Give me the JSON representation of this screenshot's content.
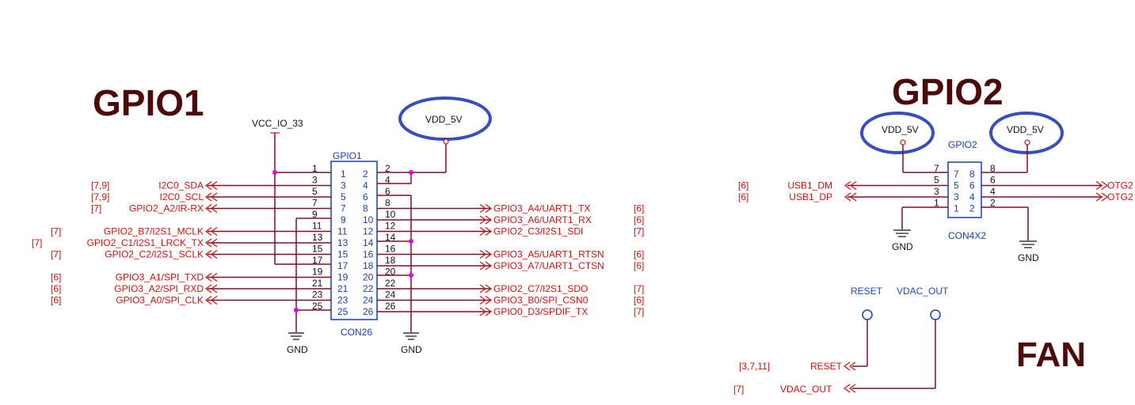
{
  "gpio1": {
    "title": "GPIO1",
    "ref": "GPIO1",
    "part": "CON26",
    "vcc": "VCC_IO_33",
    "vdd": "VDD_5V",
    "gnd_left": "GND",
    "gnd_right": "GND",
    "left": [
      {
        "pin": "1",
        "ref": "",
        "net": ""
      },
      {
        "pin": "3",
        "ref": "[7,9]",
        "net": "I2C0_SDA"
      },
      {
        "pin": "5",
        "ref": "[7,9]",
        "net": "I2C0_SCL"
      },
      {
        "pin": "7",
        "ref": "[7]",
        "net": "GPIO2_A2/IR-RX"
      },
      {
        "pin": "9",
        "ref": "",
        "net": ""
      },
      {
        "pin": "11",
        "ref": "[7]",
        "net": "GPIO2_B7/I2S1_MCLK"
      },
      {
        "pin": "13",
        "ref": "[7]",
        "net": "GPIO2_C1/I2S1_LRCK_TX"
      },
      {
        "pin": "15",
        "ref": "[7]",
        "net": "GPIO2_C2/I2S1_SCLK"
      },
      {
        "pin": "17",
        "ref": "",
        "net": ""
      },
      {
        "pin": "19",
        "ref": "[6]",
        "net": "GPIO3_A1/SPI_TXD"
      },
      {
        "pin": "21",
        "ref": "[6]",
        "net": "GPIO3_A2/SPI_RXD"
      },
      {
        "pin": "23",
        "ref": "[6]",
        "net": "GPIO3_A0/SPI_CLK"
      },
      {
        "pin": "25",
        "ref": "",
        "net": ""
      }
    ],
    "right": [
      {
        "pin": "2",
        "ref": "",
        "net": ""
      },
      {
        "pin": "4",
        "ref": "",
        "net": ""
      },
      {
        "pin": "6",
        "ref": "",
        "net": ""
      },
      {
        "pin": "8",
        "ref": "[6]",
        "net": "GPIO3_A4/UART1_TX"
      },
      {
        "pin": "10",
        "ref": "[6]",
        "net": "GPIO3_A6/UART1_RX"
      },
      {
        "pin": "12",
        "ref": "[7]",
        "net": "GPIO2_C3/I2S1_SDI"
      },
      {
        "pin": "14",
        "ref": "",
        "net": ""
      },
      {
        "pin": "16",
        "ref": "[6]",
        "net": "GPIO3_A5/UART1_RTSN"
      },
      {
        "pin": "18",
        "ref": "[6]",
        "net": "GPIO3_A7/UART1_CTSN"
      },
      {
        "pin": "20",
        "ref": "",
        "net": ""
      },
      {
        "pin": "22",
        "ref": "[7]",
        "net": "GPIO2_C7/I2S1_SDO"
      },
      {
        "pin": "24",
        "ref": "[6]",
        "net": "GPIO3_B0/SPI_CSN0"
      },
      {
        "pin": "26",
        "ref": "[7]",
        "net": "GPIO0_D3/SPDIF_TX"
      }
    ]
  },
  "gpio2": {
    "title": "GPIO2",
    "ref": "GPIO2",
    "part": "CON4X2",
    "vdd_left": "VDD_5V",
    "vdd_right": "VDD_5V",
    "gnd_left": "GND",
    "gnd_right": "GND",
    "left": [
      {
        "pin": "7",
        "ref": "",
        "net": ""
      },
      {
        "pin": "5",
        "ref": "[6]",
        "net": "USB1_DM"
      },
      {
        "pin": "3",
        "ref": "[6]",
        "net": "USB1_DP"
      },
      {
        "pin": "1",
        "ref": "",
        "net": ""
      }
    ],
    "right": [
      {
        "pin": "8",
        "net": ""
      },
      {
        "pin": "6",
        "net": "OTG2"
      },
      {
        "pin": "4",
        "net": "OTG2"
      },
      {
        "pin": "2",
        "net": ""
      }
    ]
  },
  "fan": {
    "title": "FAN",
    "tp_reset": "RESET",
    "tp_vdac": "VDAC_OUT",
    "reset_ref": "[3,7,11]",
    "reset_net": "RESET",
    "vdac_ref": "[7]",
    "vdac_net": "VDAC_OUT"
  },
  "colors": {
    "net": "#cc1111",
    "wire": "#7a0f2a",
    "pin": "#1a3fa8",
    "junction": "#e000e0",
    "highlight": "#3a4dbf"
  }
}
